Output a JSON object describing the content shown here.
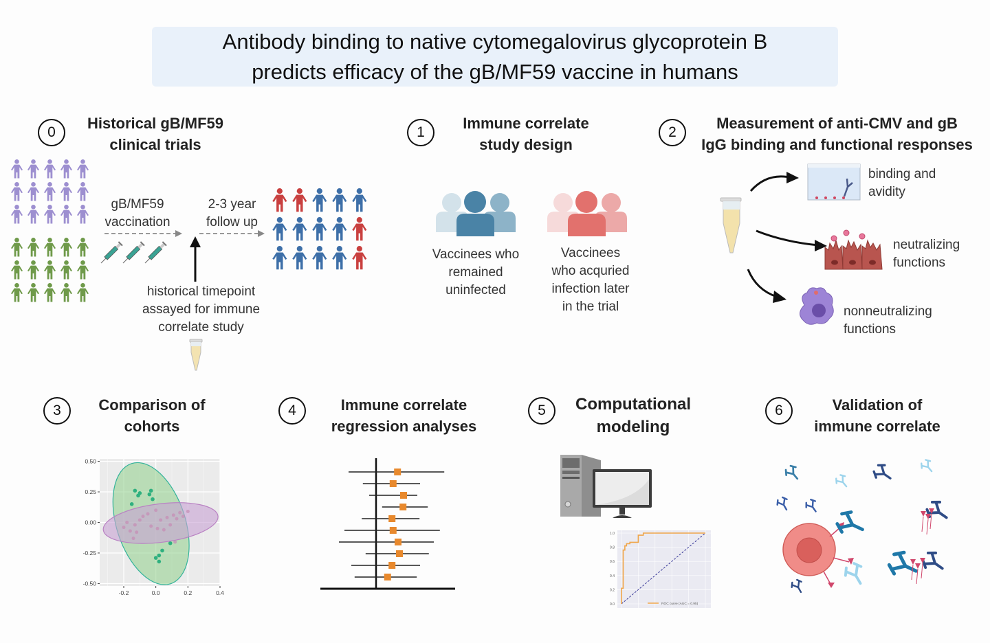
{
  "title": {
    "line1": "Antibody binding to native cytomegalovirus glycoprotein B",
    "line2": "predicts efficacy of the gB/MF59 vaccine in humans"
  },
  "steps": [
    {
      "number": "0",
      "title_line1": "Historical gB/MF59",
      "title_line2": "clinical trials"
    },
    {
      "number": "1",
      "title_line1": "Immune correlate",
      "title_line2": "study design"
    },
    {
      "number": "2",
      "title_line1": "Measurement of anti-CMV and gB",
      "title_line2": "IgG binding and functional responses"
    },
    {
      "number": "3",
      "title_line1": "Comparison of",
      "title_line2": "cohorts"
    },
    {
      "number": "4",
      "title_line1": "Immune correlate",
      "title_line2": "regression analyses"
    },
    {
      "number": "5",
      "title_line1": "Computational",
      "title_line2": "modeling"
    },
    {
      "number": "6",
      "title_line1": "Validation of",
      "title_line2": "immune correlate"
    }
  ],
  "trial": {
    "vaccination_line1": "gB/MF59",
    "vaccination_line2": "vaccination",
    "followup_line1": "2-3 year",
    "followup_line2": "follow up",
    "timepoint_line1": "historical timepoint",
    "timepoint_line2": "assayed for immune",
    "timepoint_line3": "correlate study",
    "cohort_a_color": "#9d8fd0",
    "cohort_b_color": "#6f9a4a",
    "outcome_uninfected_color": "#3d6fa8",
    "outcome_infected_color": "#c9403f",
    "outcome_grid": [
      [
        "infected",
        "infected",
        "uninfected",
        "uninfected",
        "uninfected"
      ],
      [
        "uninfected",
        "uninfected",
        "uninfected",
        "uninfected",
        "infected"
      ],
      [
        "uninfected",
        "uninfected",
        "uninfected",
        "uninfected",
        "infected"
      ]
    ]
  },
  "design": {
    "group_uninfected_line1": "Vaccinees who",
    "group_uninfected_line2": "remained",
    "group_uninfected_line3": "uninfected",
    "group_infected_line1": "Vaccinees",
    "group_infected_line2": "who acquried",
    "group_infected_line3": "infection later",
    "group_infected_line4": "in the trial"
  },
  "measurement": {
    "binding_line1": "binding and",
    "binding_line2": "avidity",
    "neutralizing_line1": "neutralizing",
    "neutralizing_line2": "functions",
    "nonneutralizing_line1": "nonneutralizing",
    "nonneutralizing_line2": "functions"
  },
  "chart_data": [
    {
      "type": "scatter",
      "title": "Comparison of cohorts",
      "xlim": [
        -0.35,
        0.4
      ],
      "ylim": [
        -0.52,
        0.52
      ],
      "x_ticks": [
        "-0.2",
        "0.0",
        "0.2",
        "0.4"
      ],
      "y_ticks": [
        "0.50",
        "0.25",
        "0.00",
        "-0.25",
        "-0.50"
      ],
      "grid": true,
      "series": [
        {
          "name": "cohort-green",
          "color": "#2fb07f",
          "points": [
            [
              -0.13,
              0.26
            ],
            [
              -0.11,
              0.22
            ],
            [
              -0.1,
              0.24
            ],
            [
              -0.04,
              0.23
            ],
            [
              -0.03,
              0.26
            ],
            [
              -0.02,
              0.19
            ],
            [
              -0.15,
              0.15
            ],
            [
              0.0,
              -0.29
            ],
            [
              0.02,
              -0.27
            ],
            [
              0.02,
              -0.32
            ],
            [
              0.04,
              -0.23
            ],
            [
              0.09,
              -0.17
            ]
          ]
        },
        {
          "name": "cohort-purple",
          "color": "#c58fb6",
          "points": [
            [
              -0.2,
              -0.04
            ],
            [
              -0.18,
              0.0
            ],
            [
              -0.16,
              -0.07
            ],
            [
              -0.13,
              -0.02
            ],
            [
              -0.12,
              -0.08
            ],
            [
              -0.1,
              0.02
            ],
            [
              -0.08,
              0.05
            ],
            [
              -0.05,
              0.07
            ],
            [
              -0.03,
              -0.03
            ],
            [
              0.0,
              0.1
            ],
            [
              0.01,
              -0.05
            ],
            [
              0.03,
              0.02
            ],
            [
              0.05,
              -0.06
            ],
            [
              0.07,
              0.04
            ],
            [
              0.09,
              -0.02
            ],
            [
              0.11,
              0.06
            ],
            [
              0.13,
              0.03
            ],
            [
              0.15,
              0.08
            ],
            [
              0.17,
              0.05
            ],
            [
              0.2,
              0.09
            ],
            [
              -0.14,
              -0.13
            ],
            [
              0.12,
              -0.16
            ]
          ]
        }
      ],
      "ellipses": [
        {
          "name": "green-ellipse",
          "cx": -0.03,
          "cy": -0.03,
          "rx_deg": "tall",
          "color": "#8fcf8a",
          "stroke": "#33b39a"
        },
        {
          "name": "purple-ellipse",
          "cx": 0.03,
          "cy": -0.03,
          "color": "#c8a2d3",
          "stroke": "#b982c3"
        }
      ]
    },
    {
      "type": "forest",
      "title": "Immune correlate regression analyses",
      "null_value": 0,
      "estimates": [
        0.78,
        0.62,
        1.0,
        0.98,
        0.58,
        0.62,
        0.8,
        0.85,
        0.58,
        0.42
      ],
      "ci_low": [
        -1.0,
        -0.48,
        -0.25,
        0.22,
        -0.52,
        -1.15,
        -1.35,
        -0.38,
        -0.9,
        -0.78
      ],
      "ci_high": [
        2.48,
        1.6,
        1.5,
        1.88,
        1.58,
        2.32,
        2.1,
        1.92,
        1.6,
        1.48
      ],
      "marker_color": "#e8892d"
    },
    {
      "type": "line",
      "title": "ROC",
      "xlim": [
        0,
        1
      ],
      "ylim": [
        0,
        1
      ],
      "y_ticks": [
        "0.0",
        "0.2",
        "0.4",
        "0.6",
        "0.8",
        "1.0"
      ],
      "legend": "ROC curve (AUC = 0.95)",
      "legend_position": "bottom-right",
      "series": [
        {
          "name": "roc",
          "color": "#f0a64a",
          "x": [
            0.0,
            0.0,
            0.02,
            0.02,
            0.04,
            0.04,
            0.06,
            0.06,
            0.1,
            0.1,
            0.2,
            0.2,
            0.26,
            0.26,
            1.0
          ],
          "y": [
            0.0,
            0.22,
            0.22,
            0.76,
            0.76,
            0.82,
            0.82,
            0.85,
            0.85,
            0.87,
            0.87,
            0.97,
            0.97,
            1.0,
            1.0
          ]
        },
        {
          "name": "chance",
          "color": "#3a3a9a",
          "x": [
            0,
            1
          ],
          "y": [
            0,
            1
          ],
          "dashed": true
        }
      ]
    }
  ]
}
